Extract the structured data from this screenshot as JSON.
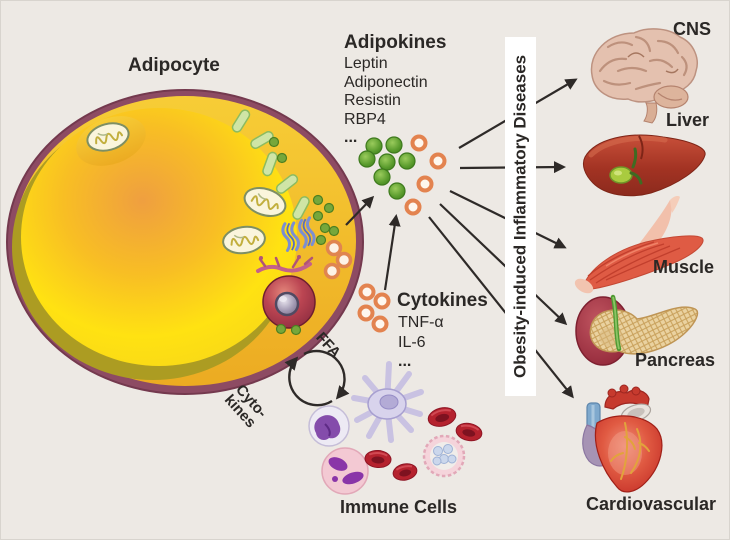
{
  "figure": {
    "cell_label": "Adipocyte",
    "adipokines": {
      "heading": "Adipokines",
      "items": [
        "Leptin",
        "Adiponectin",
        "Resistin",
        "RBP4",
        "..."
      ]
    },
    "cytokines": {
      "heading": "Cytokines",
      "items": [
        "TNF-α",
        "IL-6",
        "..."
      ]
    },
    "immune_cells_label": "Immune Cells",
    "cycle": {
      "ffa": "FFA",
      "cyto_line1": "Cyto-",
      "cyto_line2": "kines"
    },
    "banner": "Obesity-induced Inflammatory Diseases",
    "organs": [
      {
        "id": "cns",
        "label": "CNS"
      },
      {
        "id": "liver",
        "label": "Liver"
      },
      {
        "id": "muscle",
        "label": "Muscle"
      },
      {
        "id": "pancreas",
        "label": "Pancreas"
      },
      {
        "id": "cardiovascular",
        "label": "Cardiovascular"
      }
    ],
    "colors": {
      "background": "#EDE9E4",
      "membrane": "#8D4B63",
      "cytoplasm": "#F2B922",
      "lipid_yellow": "#FFE212",
      "lipid_orange": "#F0A03E",
      "adipokine_green": "#4E9428",
      "cytokine_orange": "#E08550",
      "arrow": "#2E2A28",
      "banner_bg": "#FFFFFF",
      "text": "#2B2826"
    }
  }
}
